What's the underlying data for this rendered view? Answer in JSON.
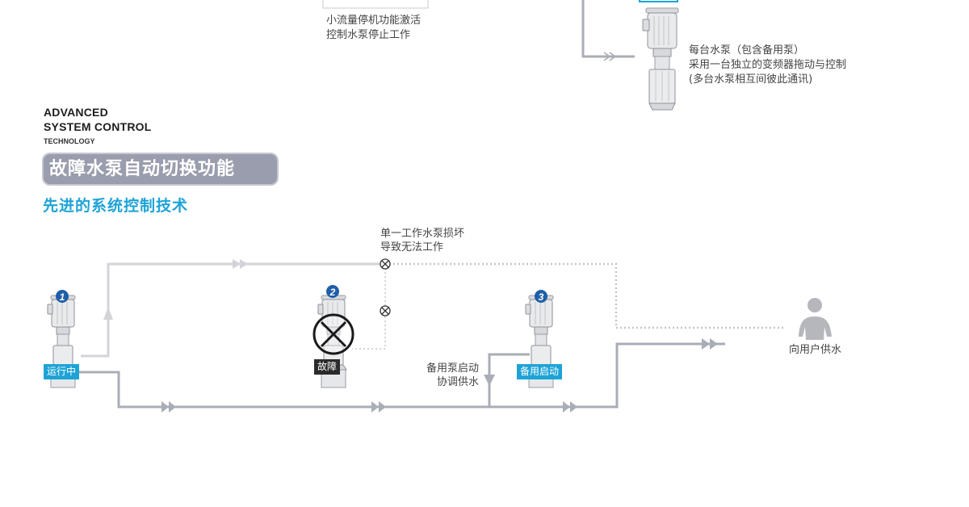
{
  "notes": {
    "low_flow_line1": "小流量停机功能激活",
    "low_flow_line2": "控制水泵停止工作",
    "each_pump_line1": "每台水泵（包含备用泵）",
    "each_pump_line2": "采用一台独立的变频器拖动与控制",
    "each_pump_line3": "(多台水泵相互间彼此通讯)",
    "failure_line1": "单一工作水泵损坏",
    "failure_line2": "导致无法工作",
    "standby_line1": "备用泵启动",
    "standby_line2": "协调供水",
    "user_supply": "向用户供水"
  },
  "brand": {
    "line1": "ADVANCED",
    "line2": "SYSTEM CONTROL",
    "line3": "TECHNOLOGY"
  },
  "section_title": "故障水泵自动切换功能",
  "section_subtitle": "先进的系统控制技术",
  "pumps": [
    {
      "number": "1",
      "status": "运行中",
      "status_color": "blue"
    },
    {
      "number": "2",
      "status": "故障",
      "status_color": "dark"
    },
    {
      "number": "3",
      "status": "备用启动",
      "status_color": "blue"
    }
  ],
  "colors": {
    "pipe_main": "#a9adb6",
    "pipe_light": "#d2d4d8",
    "pipe_dotted": "#c4c6cb",
    "badge": "#1f5ea8",
    "accent_blue": "#1ea3d6",
    "title_bar": "#9a9dad",
    "user_icon": "#b5b7bc"
  }
}
